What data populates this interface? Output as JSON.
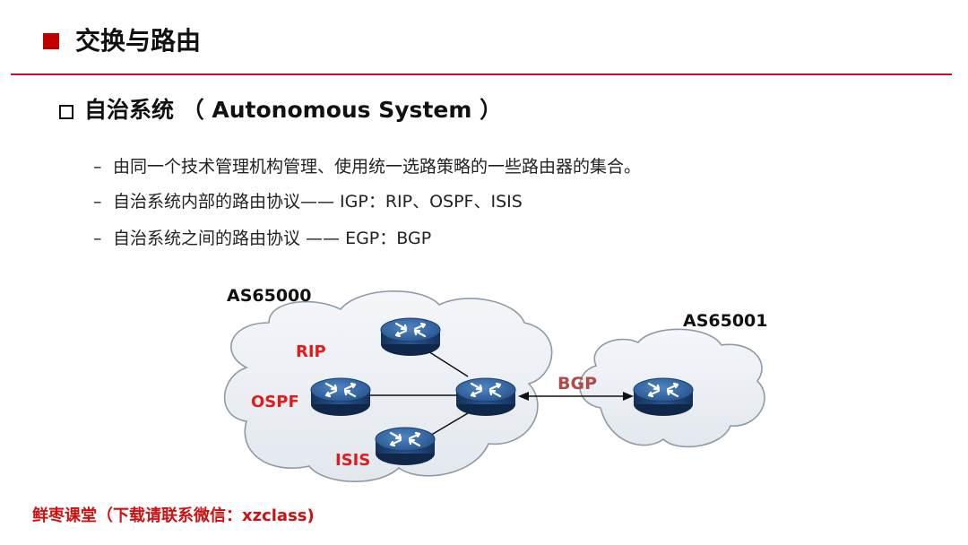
{
  "header": {
    "title": "交换与路由"
  },
  "section": {
    "heading": "自治系统 （ Autonomous System ）",
    "points": [
      "由同一个技术管理机构管理、使用统一选路策略的一些路由器的集合。",
      "自治系统内部的路由协议—— IGP：RIP、OSPF、ISIS",
      "自治系统之间的路由协议 —— EGP：BGP"
    ],
    "dash": "–"
  },
  "diagram": {
    "as_left": "AS65000",
    "as_right": "AS65001",
    "protocols": [
      "RIP",
      "OSPF",
      "ISIS"
    ],
    "bgp": "BGP"
  },
  "footer": {
    "text": "鲜枣课堂（下载请联系微信：xzclass)"
  },
  "colors": {
    "accent": "#c00000",
    "rule": "#c8102e",
    "protocol_text": "#e31b1b",
    "router_body": "#1e3f6e",
    "router_top": "#3a6ea8"
  }
}
